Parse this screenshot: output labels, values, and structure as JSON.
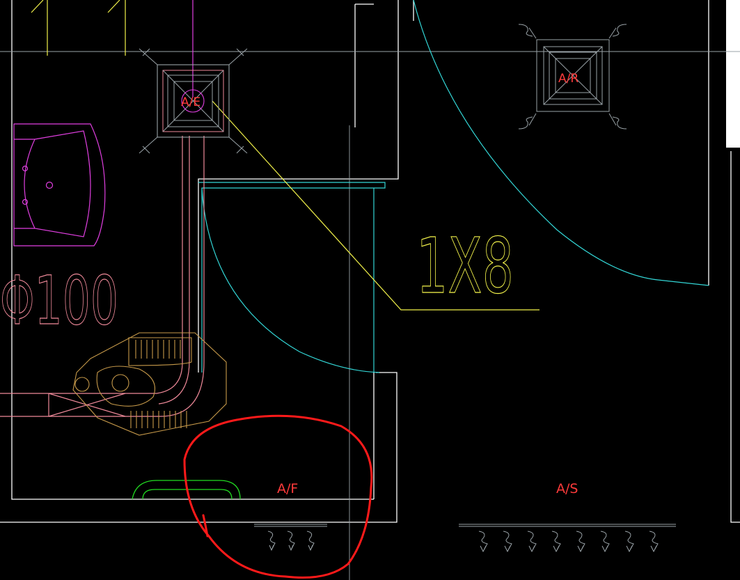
{
  "labels": {
    "diffuser_af_center": "A/E",
    "diffuser_ar": "A/R",
    "bottom_af": "A/F",
    "bottom_as": "A/S",
    "duct_size": "1X8",
    "pipe_dia": "Φ100"
  },
  "colors": {
    "background": "#000000",
    "wall": "#ffffff",
    "cyan": "#33d6d6",
    "yellow": "#f2f24a",
    "red_text": "#ff3b3b",
    "magenta": "#e13fe1",
    "pink": "#f08a9a",
    "orange": "#c79a4a",
    "green": "#22dd22",
    "markup_red": "#ff1a1a"
  }
}
